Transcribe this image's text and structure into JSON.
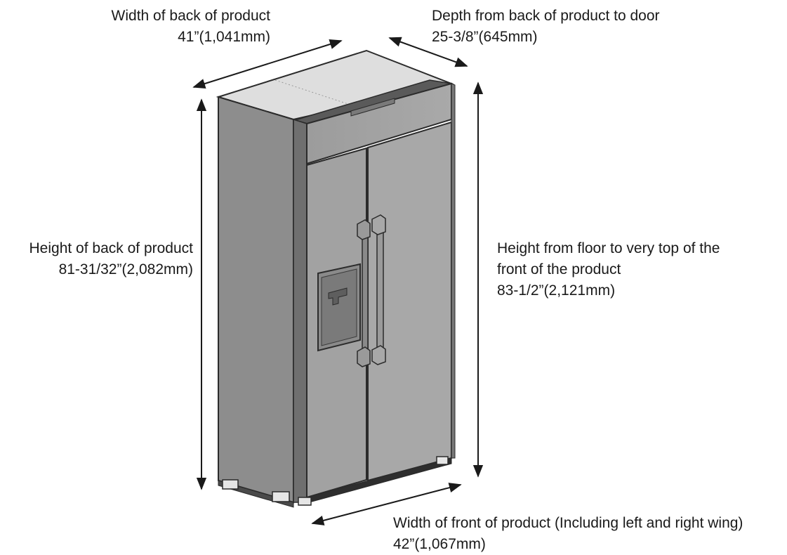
{
  "dimensions": {
    "back_width": {
      "label": "Width of back of product",
      "value": "41”(1,041mm)"
    },
    "depth": {
      "label": "Depth from back of product to door",
      "value": "25-3/8”(645mm)"
    },
    "back_height": {
      "label": "Height of back of product",
      "value": "81-31/32”(2,082mm)"
    },
    "front_height": {
      "label_line1": "Height from floor to very top of the",
      "label_line2": "front of the product",
      "value": "83-1/2”(2,121mm)"
    },
    "front_width": {
      "label": "Width of front of product (Including left and right wing)",
      "value": "42”(1,067mm)"
    }
  },
  "colors": {
    "body_side": "#8f8f8f",
    "body_front": "#a2a2a2",
    "top": "#dcdcdc",
    "outline": "#2b2b2b",
    "arrow": "#1a1a1a"
  }
}
